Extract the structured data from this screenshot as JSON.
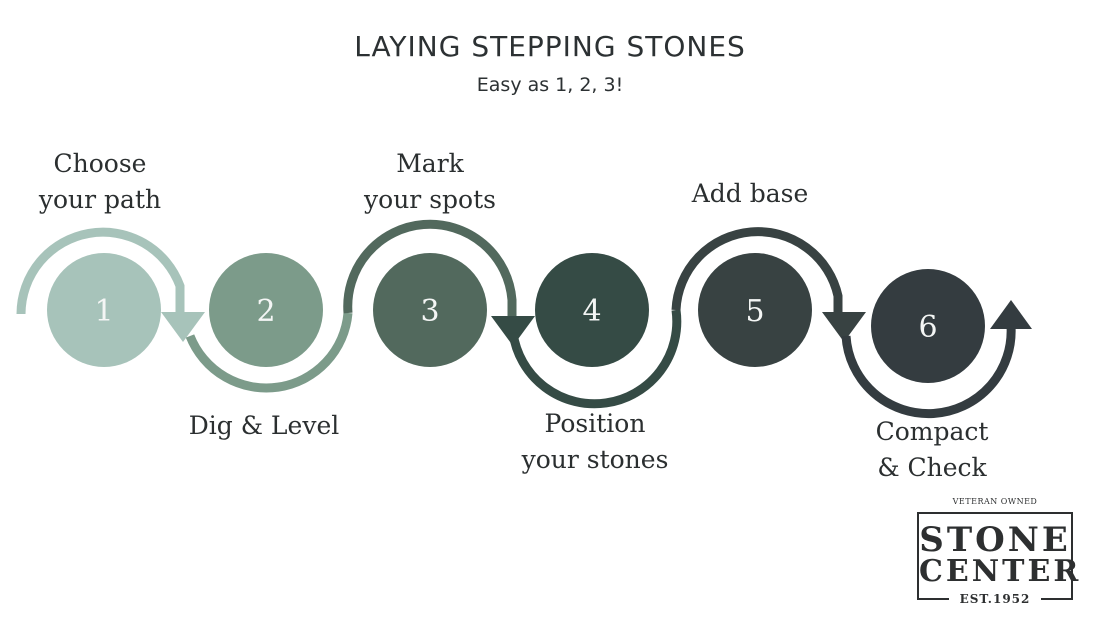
{
  "header": {
    "title": "LAYING STEPPING STONES",
    "subtitle": "Easy as 1, 2, 3!"
  },
  "steps": [
    {
      "number": "1",
      "label_line1": "Choose",
      "label_line2": "your path",
      "color": "#a7c3ba"
    },
    {
      "number": "2",
      "label_line1": "Dig & Level",
      "label_line2": "",
      "color": "#7c9b8a"
    },
    {
      "number": "3",
      "label_line1": "Mark",
      "label_line2": "your spots",
      "color": "#52695d"
    },
    {
      "number": "4",
      "label_line1": "Position",
      "label_line2": "your stones",
      "color": "#354b45"
    },
    {
      "number": "5",
      "label_line1": "Add base",
      "label_line2": "",
      "color": "#384242"
    },
    {
      "number": "6",
      "label_line1": "Compact",
      "label_line2": "& Check",
      "color": "#343c40"
    }
  ],
  "logo": {
    "tagline": "VETERAN OWNED",
    "line1": "STONE",
    "line2": "CENTER",
    "est": "EST.1952"
  }
}
